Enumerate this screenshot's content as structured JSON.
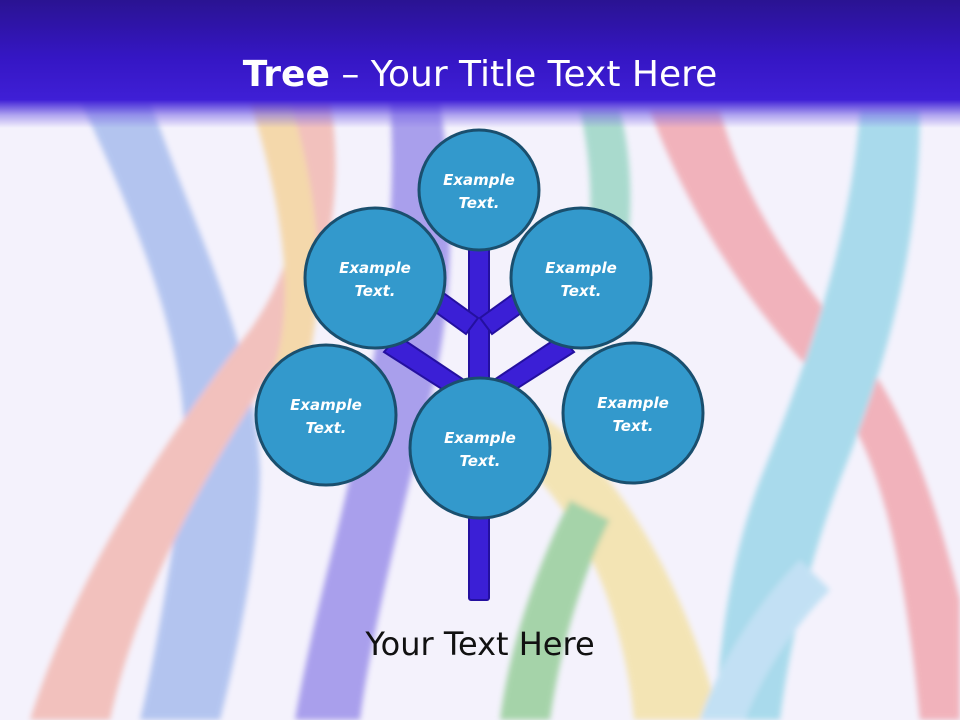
{
  "title": {
    "bold": "Tree",
    "dash": " – ",
    "rest": "Your Title Text Here"
  },
  "nodes": [
    {
      "id": "top",
      "line1": "Example",
      "line2": "Text."
    },
    {
      "id": "upper-left",
      "line1": "Example",
      "line2": "Text."
    },
    {
      "id": "upper-right",
      "line1": "Example",
      "line2": "Text."
    },
    {
      "id": "lower-left",
      "line1": "Example",
      "line2": "Text."
    },
    {
      "id": "center",
      "line1": "Example",
      "line2": "Text."
    },
    {
      "id": "lower-right",
      "line1": "Example",
      "line2": "Text."
    }
  ],
  "footer": "Your Text Here",
  "colors": {
    "header": "#3516c4",
    "trunk": "#3b1fd6",
    "node_fill": "#3399cc",
    "node_stroke": "#1a4f6e"
  }
}
